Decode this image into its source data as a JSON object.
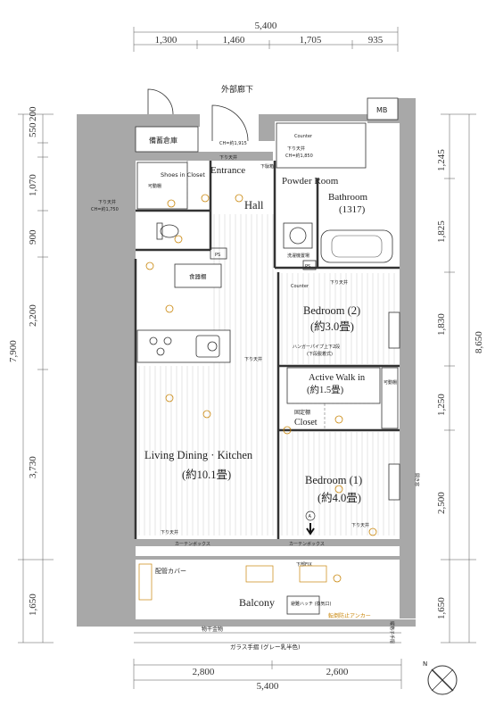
{
  "dimensions": {
    "top_total": "5,400",
    "top_segments": [
      "1,300",
      "1,460",
      "1,705",
      "935"
    ],
    "bottom_segments": [
      "2,800",
      "2,600"
    ],
    "bottom_total": "5,400",
    "left_segments": [
      "550",
      "200",
      "1,070",
      "900",
      "2,200",
      "7,900",
      "3,730",
      "1,650"
    ],
    "right_segments": [
      "1,245",
      "1,825",
      "1,830",
      "1,250",
      "2,500",
      "1,650"
    ],
    "right_total": "8,650"
  },
  "labels": {
    "outer_corridor": "外部廊下",
    "mb": "MB",
    "storage": "備蓄倉庫",
    "entrance": "Entrance",
    "shoes_in_closet": "Shoes in Closet",
    "movable_shelf": "可動棚",
    "hall": "Hall",
    "powder_room": "Powder Room",
    "bathroom": "Bathroom",
    "bathroom_size": "(1317)",
    "counter": "Counter",
    "ps": "PS",
    "pantry": "食器棚",
    "bedroom2": "Bedroom (2)",
    "bedroom2_size": "(約3.0畳)",
    "hanger_pipe": "ハンガーパイプ上下2段",
    "hanger_pipe_note": "(下段脱着式)",
    "active_walk_in": "Active Walk in",
    "active_walk_in_size": "(約1.5畳)",
    "fixed_shelf": "固定棚",
    "closet": "Closet",
    "ldk": "Living Dining · Kitchen",
    "ldk_size": "(約10.1畳)",
    "bedroom1": "Bedroom (1)",
    "bedroom1_size": "(約4.0畳)",
    "ceiling_drop": "下り天井",
    "ceiling_height_1": "CH=約1,915",
    "ceiling_height_2": "CH=約1,850",
    "ceiling_height_3": "CH=約1,750",
    "curtain_box": "カーテンボックス",
    "lower_fix": "下部FIX",
    "balcony": "Balcony",
    "piping_cover": "配管カバー",
    "ceiling_hook": "避難ハッチ (換気口)",
    "fall_anchor": "転倒防止アンカー",
    "dryer_fitting": "物干金物",
    "glass_railing": "ガラス手摺 (グレー乳半色)",
    "vertical_lattice": "縦格子手摺",
    "marker_a": "A",
    "washer": "洗濯機置場",
    "shoe_rack": "下駄箱",
    "side_window": "開き窓"
  },
  "colors": {
    "wall": "#a8a8a8",
    "fixture": "#c9860a",
    "floor_lines": "#bbbbbb"
  },
  "icons": [
    "compass-icon",
    "door-swing-icon",
    "bathtub-icon",
    "toilet-icon",
    "washer-icon",
    "stove-icon",
    "sink-icon"
  ]
}
